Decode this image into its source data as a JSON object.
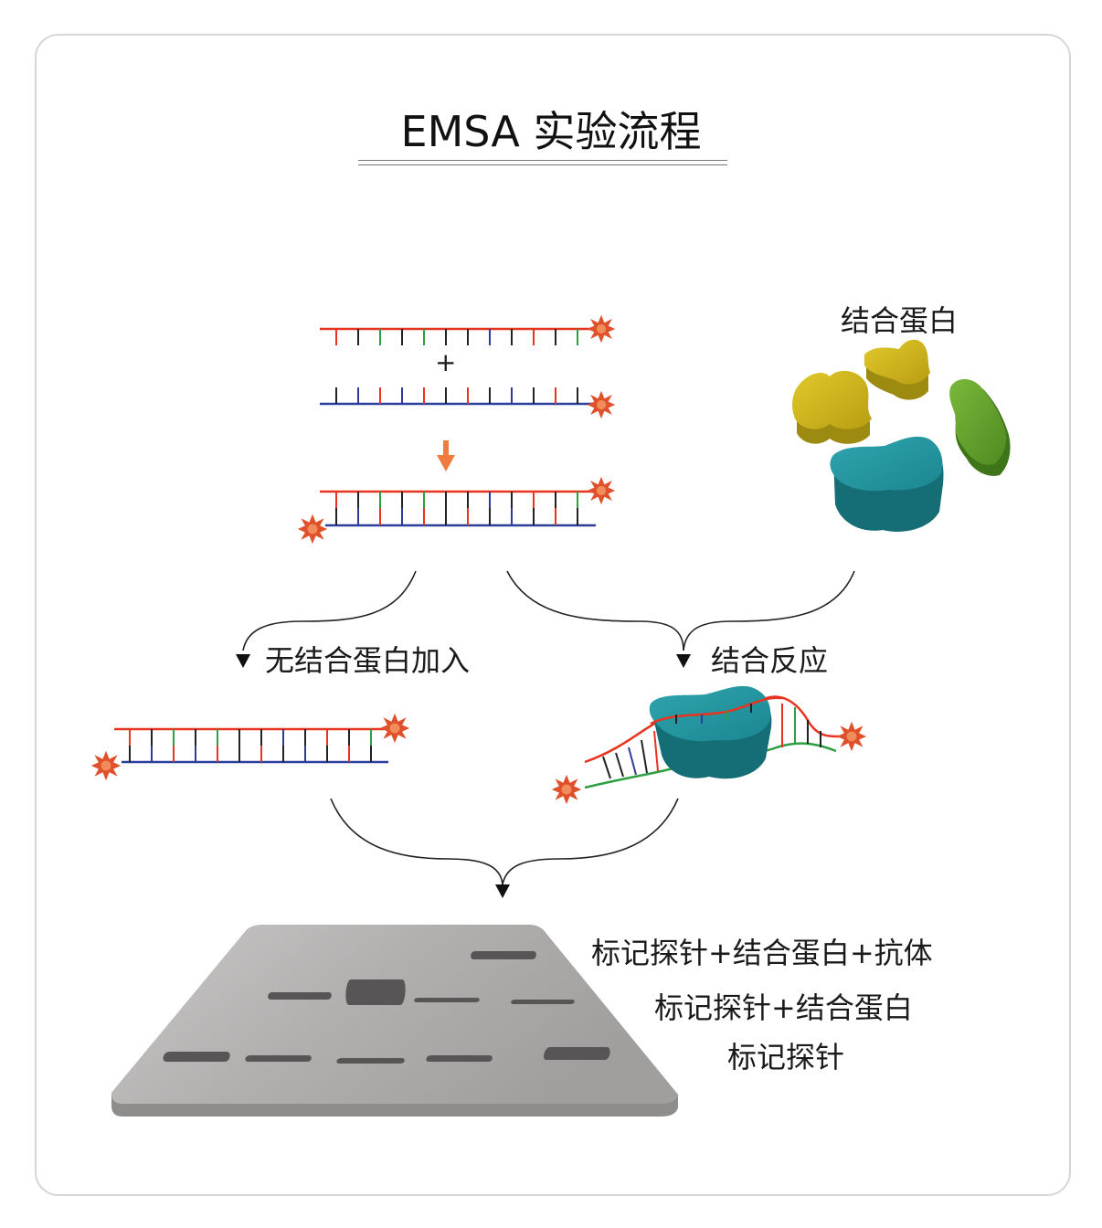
{
  "title": "EMSA 实验流程",
  "labels": {
    "binding_protein": "结合蛋白",
    "plus": "+",
    "no_protein": "无结合蛋白加入",
    "binding_reaction": "结合反应",
    "lane_antibody": "标记探针+结合蛋白+抗体",
    "lane_protein": "标记探针+结合蛋白",
    "lane_probe": "标记探针"
  },
  "colors": {
    "strand_red": "#e8331e",
    "strand_blue": "#2b3f9a",
    "strand_green": "#2ea043",
    "tick_black": "#222222",
    "label_star": "#e0502a",
    "arrow_orange": "#ef7b3c",
    "protein_teal": "#1e8f9a",
    "protein_yellow": "#c9b21c",
    "protein_green": "#5c9c2a",
    "gel_gray": "#b8b6b6",
    "band_gray": "#555555"
  }
}
